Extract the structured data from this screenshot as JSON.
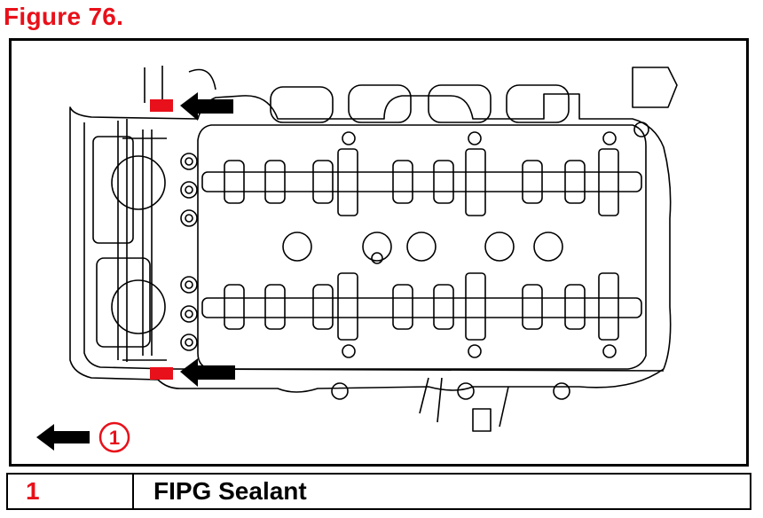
{
  "figure": {
    "title": "Figure 76."
  },
  "callout": {
    "number": "1"
  },
  "legend": {
    "rows": [
      {
        "number": "1",
        "label": "FIPG Sealant"
      }
    ]
  },
  "colors": {
    "accent": "#e8101a",
    "line": "#000000"
  },
  "icons": [
    "arrow-left-icon",
    "sealant-marker-icon",
    "callout-circle-icon"
  ]
}
